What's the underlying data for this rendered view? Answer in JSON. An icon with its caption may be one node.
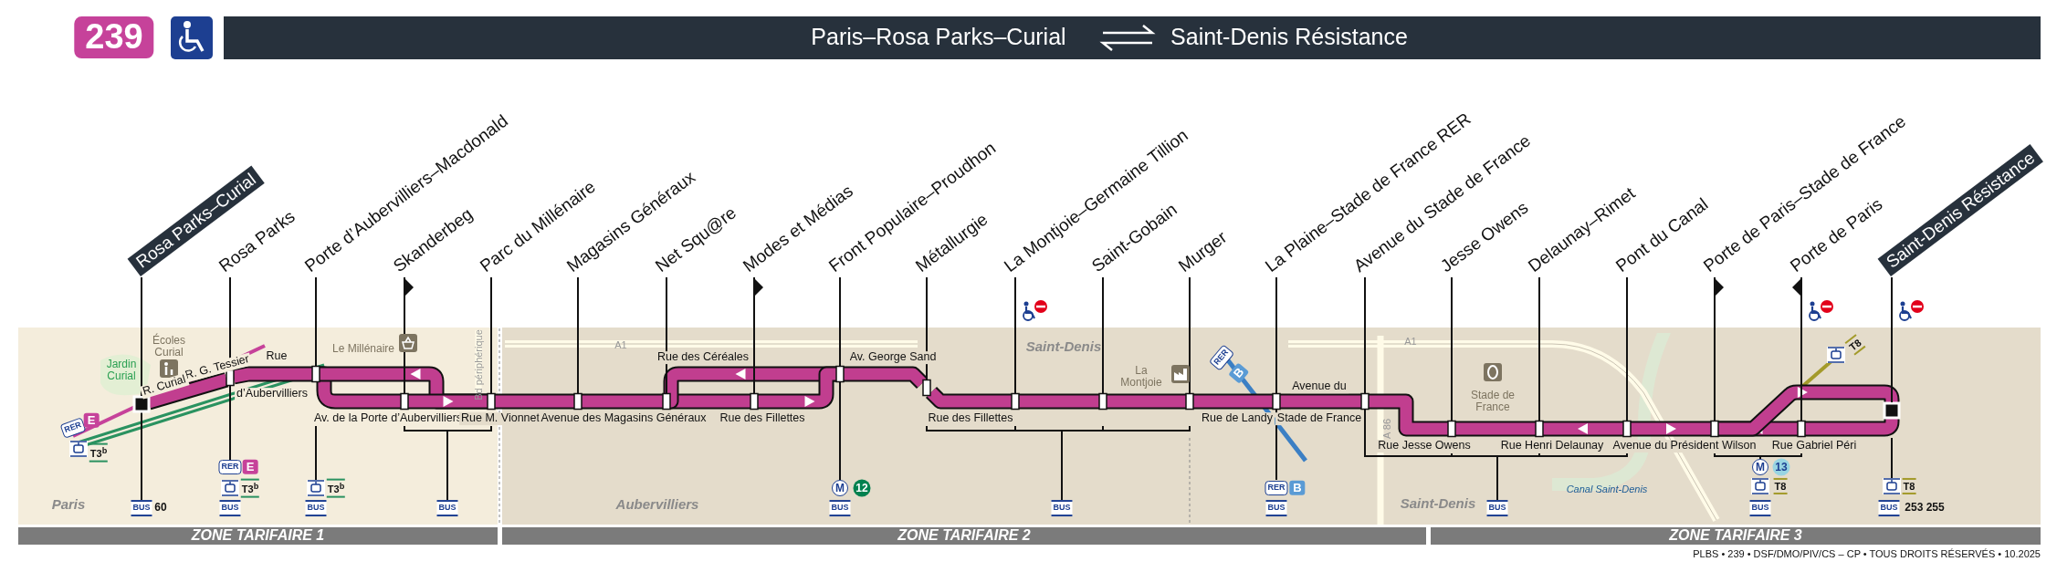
{
  "diagram": {
    "nodes": [
      {
        "text": [
          "Rosa Parks–Curial"
        ]
      },
      {
        "text": [
          "Rosa Parks"
        ]
      },
      {
        "text": [
          "Porte d’Aubervilliers–Macdonald"
        ]
      },
      {
        "text": [
          "Skanderbeg"
        ]
      },
      {
        "text": [
          "Parc du Millénaire"
        ]
      },
      {
        "text": [
          "Magasins Généraux"
        ]
      },
      {
        "text": [
          "Net Squ@re"
        ]
      },
      {
        "text": [
          "Modes et Médias"
        ]
      },
      {
        "text": [
          "Front Populaire–Proudhon"
        ]
      },
      {
        "text": [
          "Métallurgie"
        ]
      },
      {
        "text": [
          "La Montjoie–Germaine Tillion"
        ]
      },
      {
        "text": [
          "Saint-Gobain"
        ]
      },
      {
        "text": [
          "Murger"
        ]
      },
      {
        "text": [
          "La Plaine–Stade de France RER"
        ]
      },
      {
        "text": [
          "Avenue du Stade de France"
        ]
      },
      {
        "text": [
          "Jesse Owens"
        ]
      },
      {
        "text": [
          "Delaunay–Rimet"
        ]
      },
      {
        "text": [
          "Pont du Canal"
        ]
      },
      {
        "text": [
          "Porte de Paris–Stade de France"
        ]
      },
      {
        "text": [
          "Porte de Paris"
        ]
      },
      {
        "text": [
          "Saint-Denis Résistance"
        ]
      },
      {
        "text": [],
        "shape": "box"
      },
      {
        "text": [],
        "shape": "bar"
      },
      {
        "text": [],
        "shape": "bar"
      },
      {
        "text": [],
        "shape": "bar"
      },
      {
        "text": [],
        "shape": "bar"
      },
      {
        "text": [],
        "shape": "bar"
      },
      {
        "text": [],
        "shape": "bar"
      },
      {
        "text": [],
        "shape": "bar"
      },
      {
        "text": [],
        "shape": "bar"
      },
      {
        "text": [],
        "shape": "bar"
      },
      {
        "text": [],
        "shape": "bar"
      },
      {
        "text": [],
        "shape": "bar"
      },
      {
        "text": [],
        "shape": "bar"
      },
      {
        "text": [],
        "shape": "bar"
      },
      {
        "text": [],
        "shape": "bar"
      },
      {
        "text": [],
        "shape": "bar"
      },
      {
        "text": [],
        "shape": "bar"
      },
      {
        "text": [],
        "shape": "bar"
      },
      {
        "text": [],
        "shape": "bar"
      },
      {
        "text": [],
        "shape": "bar"
      },
      {
        "text": [],
        "shape": "box"
      }
    ],
    "edges": [
      {
        "from": 0,
        "to": 21,
        "arrow": "none"
      },
      {
        "from": 1,
        "to": 22,
        "arrow": "none"
      },
      {
        "from": 2,
        "to": 23,
        "arrow": "none"
      },
      {
        "from": 3,
        "to": 24,
        "arrow": "other"
      },
      {
        "from": 4,
        "to": 25,
        "arrow": "none"
      },
      {
        "from": 5,
        "to": 26,
        "arrow": "none"
      },
      {
        "from": 6,
        "to": 27,
        "arrow": "none"
      },
      {
        "from": 7,
        "to": 28,
        "arrow": "other"
      },
      {
        "from": 8,
        "to": 29,
        "arrow": "none"
      },
      {
        "from": 9,
        "to": 30,
        "arrow": "none"
      },
      {
        "from": 10,
        "to": 31,
        "arrow": "none"
      },
      {
        "from": 11,
        "to": 32,
        "arrow": "none"
      },
      {
        "from": 12,
        "to": 33,
        "arrow": "none"
      },
      {
        "from": 13,
        "to": 34,
        "arrow": "none"
      },
      {
        "from": 14,
        "to": 35,
        "arrow": "none"
      },
      {
        "from": 15,
        "to": 36,
        "arrow": "none"
      },
      {
        "from": 16,
        "to": 37,
        "arrow": "none"
      },
      {
        "from": 17,
        "to": 38,
        "arrow": "none"
      },
      {
        "from": 18,
        "to": 39,
        "arrow": "other"
      },
      {
        "from": 19,
        "to": 40,
        "arrow": "other"
      },
      {
        "from": 20,
        "to": 41,
        "arrow": "none"
      },
      {
        "from": 21,
        "to": 22,
        "arrow": "none"
      },
      {
        "from": 22,
        "to": 23,
        "arrow": "none"
      },
      {
        "from": 23,
        "to": 24,
        "arrow": "none"
      },
      {
        "from": 25,
        "to": 23,
        "arrow": "to"
      },
      {
        "from": 24,
        "to": 25,
        "arrow": "to"
      },
      {
        "from": 25,
        "to": 26,
        "arrow": "none"
      },
      {
        "from": 26,
        "to": 27,
        "arrow": "none"
      },
      {
        "from": 27,
        "to": 28,
        "arrow": "none"
      },
      {
        "from": 29,
        "to": 27,
        "arrow": "to"
      },
      {
        "from": 28,
        "to": 29,
        "arrow": "to"
      },
      {
        "from": 29,
        "to": 30,
        "arrow": "none"
      },
      {
        "from": 30,
        "to": 31,
        "arrow": "none"
      },
      {
        "from": 31,
        "to": 32,
        "arrow": "none"
      },
      {
        "from": 32,
        "to": 33,
        "arrow": "none"
      },
      {
        "from": 33,
        "to": 34,
        "arrow": "none"
      },
      {
        "from": 34,
        "to": 35,
        "arrow": "none"
      },
      {
        "from": 35,
        "to": 36,
        "arrow": "none"
      },
      {
        "from": 36,
        "to": 37,
        "arrow": "none"
      },
      {
        "from": 38,
        "to": 37,
        "arrow": "to"
      },
      {
        "from": 38,
        "to": 39,
        "arrow": "to"
      },
      {
        "from": 40,
        "to": 39,
        "arrow": "to"
      },
      {
        "from": 39,
        "to": 41,
        "arrow": "to"
      },
      {
        "from": 40,
        "to": 41,
        "arrow": "none"
      }
    ],
    "labels": [
      "239",
      "Paris–Rosa Parks–Curial",
      "Saint-Denis Résistance",
      "Jardin Curial",
      "Écoles Curial",
      "R. G. Tessier",
      "Rue",
      "Le Millénaire",
      "Bd périphérique",
      "A1",
      "Rue des Céréales",
      "Av. George Sand",
      "Saint-Denis",
      "La Montjoie",
      "RER",
      "B",
      "A1",
      "T8",
      "RER",
      "E",
      "R. Curial",
      "d’Aubervilliers",
      "Av. de la Porte d’Aubervilliers",
      "Rue M. Vionnet",
      "Avenue des Magasins Généraux",
      "Rue des Fillettes",
      "Rue des Fillettes",
      "Rue de Landy",
      "Avenue du",
      "Stade de France",
      "A 86",
      "Stade de France",
      "T3$^{b}$",
      "Rue Jesse Owens",
      "Rue Henri Delaunay",
      "Avenue du Président Wilson",
      "Rue Gabriel Péri",
      "RER",
      "E",
      "M",
      "13",
      "T3$^{b}$",
      "T3$^{b}$",
      "M",
      "12",
      "RER",
      "B",
      "Canal Saint-Denis",
      "T8",
      "T8",
      "Paris",
      "BUS",
      "60",
      "BUS",
      "BUS",
      "BUS",
      "Aubervilliers",
      "BUS",
      "BUS",
      "BUS",
      "Saint-Denis",
      "BUS",
      "BUS",
      "BUS",
      "253 255",
      "ZONE TARIFAIRE 1",
      "ZONE TARIFAIRE 2",
      "ZONE TARIFAIRE 3",
      "PLBS • 239 • DSF/DMO/PIV/CS – CP • TOUS DROITS RÉSERVÉS • 10.2025"
    ]
  }
}
